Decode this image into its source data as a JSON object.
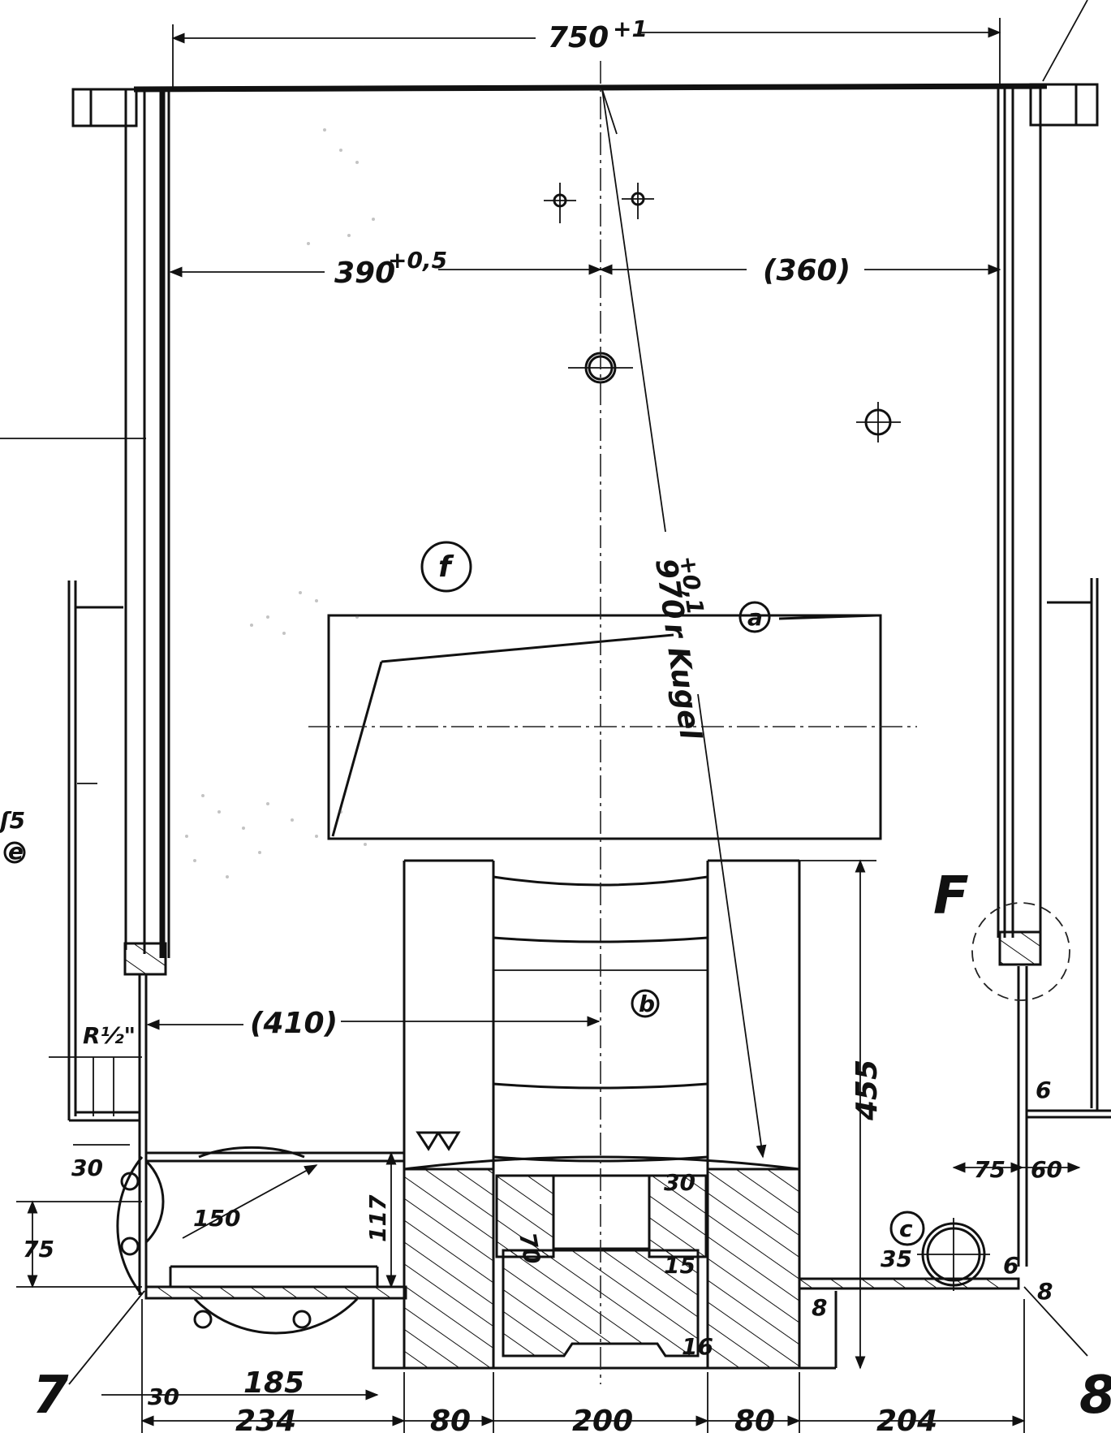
{
  "drawing": {
    "dimensions": {
      "top_width": "750",
      "top_tol": "+1",
      "left_offset": "390",
      "left_tol": "+0,5",
      "right_offset": "(360)",
      "inner_width": "(410)",
      "pipe": "R½\"",
      "gap_30": "30",
      "h_75": "75",
      "r_150": "150",
      "h_117": "117",
      "h_455": "455",
      "d_70": "70",
      "d_30": "30",
      "d_15": "15",
      "d_16": "16",
      "d_35": "35",
      "w_75": "75",
      "w_60": "60",
      "n_6a": "6",
      "n_6b": "6",
      "n_8a": "8",
      "n_8b": "8",
      "b_30": "30",
      "b_185": "185",
      "b_234": "234",
      "b_80a": "80",
      "b_200": "200",
      "b_80b": "80",
      "b_204": "204",
      "left_edge": "ʃ5"
    },
    "sphere_note": {
      "value": "970",
      "sup": "+0,1",
      "unit": "r",
      "word": "Kugel"
    },
    "labels": {
      "f": "f",
      "a": "a",
      "b": "b",
      "c": "c",
      "e": "e",
      "F": "F",
      "item_7": "7",
      "item_8": "8"
    }
  }
}
